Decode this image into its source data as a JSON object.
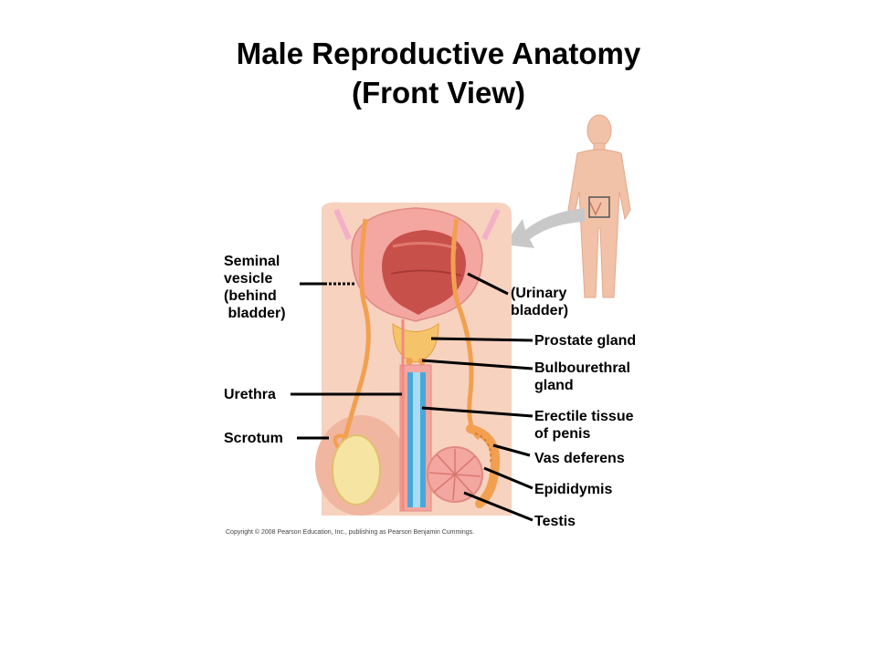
{
  "title_line1": "Male Reproductive Anatomy",
  "title_line2": "(Front View)",
  "labels": {
    "seminal_vesicle": [
      "Seminal",
      "vesicle",
      "(behind",
      " bladder)"
    ],
    "urinary_bladder": [
      "(Urinary",
      "bladder)"
    ],
    "prostate_gland": "Prostate gland",
    "bulbourethral_gland": [
      "Bulbourethral",
      "gland"
    ],
    "urethra": "Urethra",
    "erectile_tissue": [
      "Erectile tissue",
      "of penis"
    ],
    "scrotum": "Scrotum",
    "vas_deferens": "Vas deferens",
    "epididymis": "Epididymis",
    "testis": "Testis"
  },
  "copyright": "Copyright © 2008 Pearson Education, Inc., publishing as Pearson Benjamin Cummings.",
  "colors": {
    "skin": "#f2c2a8",
    "tissue_pink": "#f4a6a0",
    "bladder_inner": "#c8504a",
    "duct_orange": "#f2a050",
    "erectile_blue": "#4aa8d8",
    "prostate_yellow": "#f5c36a",
    "arrow_gray": "#c8c8c8"
  }
}
